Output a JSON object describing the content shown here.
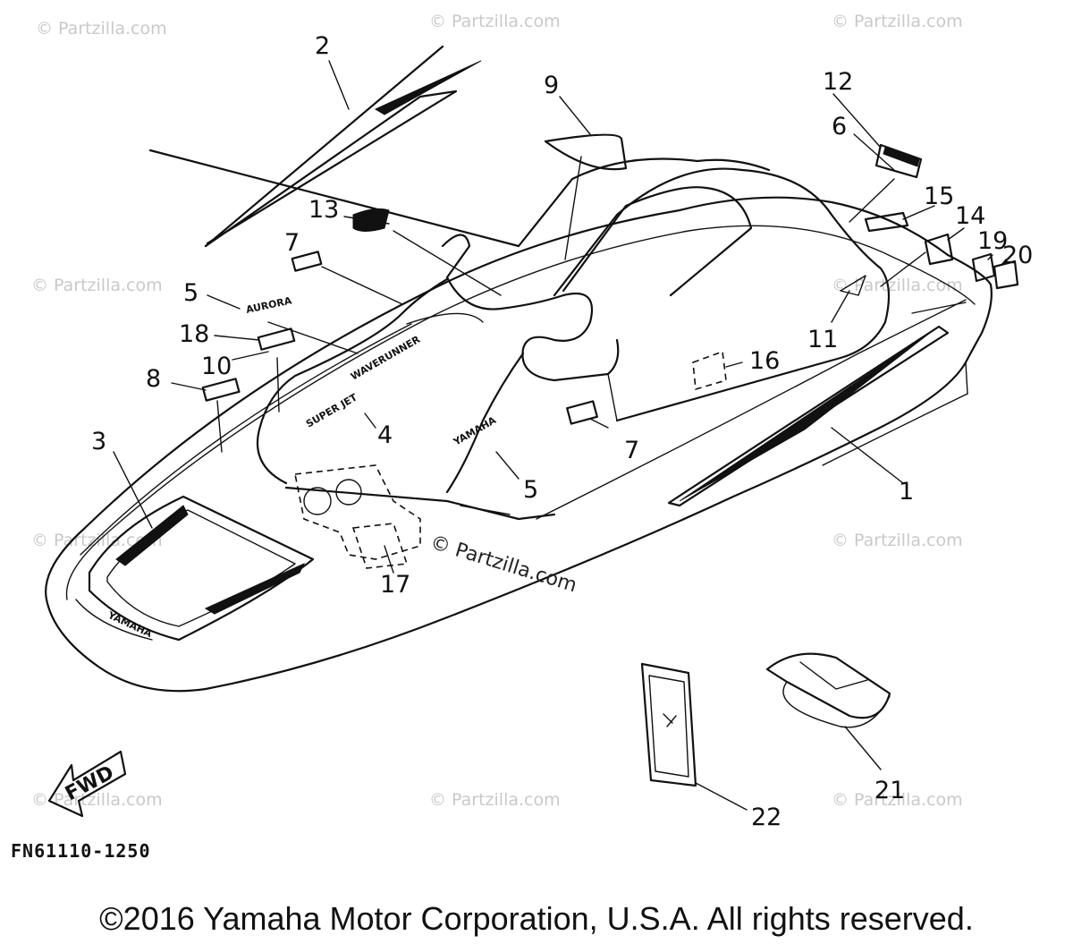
{
  "watermarks": {
    "text": "© Partzilla.com",
    "center_text": "© Partzilla.com"
  },
  "decals": {
    "yamaha_front": "YAMAHA",
    "yamaha_seat": "YAMAHA",
    "aurora": "AURORA",
    "super_jet": "SUPER JET",
    "side_stripe_text": "WAVERUNNER"
  },
  "callouts": [
    "1",
    "2",
    "3",
    "4",
    "5",
    "5",
    "6",
    "7",
    "7",
    "8",
    "9",
    "10",
    "11",
    "12",
    "13",
    "14",
    "15",
    "16",
    "17",
    "18",
    "19",
    "20",
    "21",
    "22"
  ],
  "fwd_label": "FWD",
  "diagram_code": "FN61110-1250",
  "copyright": "©2016  Yamaha Motor Corporation, U.S.A. All rights reserved."
}
